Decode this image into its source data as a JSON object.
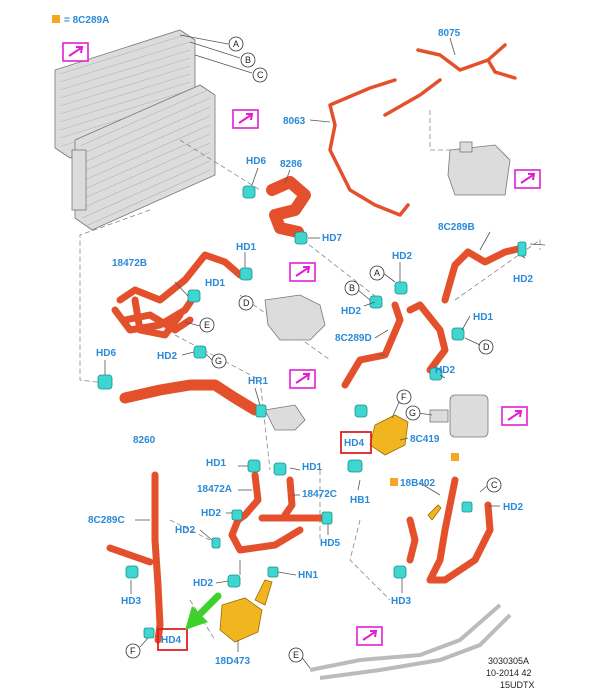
{
  "legend": {
    "swatch_color": "#f5a623",
    "text": "= 8C289A"
  },
  "colors": {
    "hose": "#e4502b",
    "clamp": "#3fd6d0",
    "callout_box": "#e11fd0",
    "label": "#2a8ad8",
    "highlight_box": "#e02020",
    "arrow": "#3fd12b"
  },
  "icons": {
    "callout": "link-arrow-icon",
    "pointer": "green-arrow-icon"
  },
  "parts": {
    "p8075": "8075",
    "p8063": "8063",
    "p8286": "8286",
    "p8C289B": "8C289B",
    "p18472B": "18472B",
    "p8C289D": "8C289D",
    "p8260": "8260",
    "p8C419": "8C419",
    "p18472A": "18472A",
    "p18472C": "18472C",
    "p18B402": "18B402",
    "p8C289C": "8C289C",
    "p18D473": "18D473"
  },
  "clamps": {
    "hd1": "HD1",
    "hd2": "HD2",
    "hd3": "HD3",
    "hd4": "HD4",
    "hd5": "HD5",
    "hd6": "HD6",
    "hd7": "HD7",
    "hr1": "HR1",
    "hb1": "HB1",
    "hn1": "HN1"
  },
  "refs": {
    "a": "A",
    "b": "B",
    "c": "C",
    "d": "D",
    "e": "E",
    "f": "F",
    "g": "G"
  },
  "footer": {
    "code": "3030305A",
    "date": "10-2014 42",
    "model": "15UDTX"
  }
}
